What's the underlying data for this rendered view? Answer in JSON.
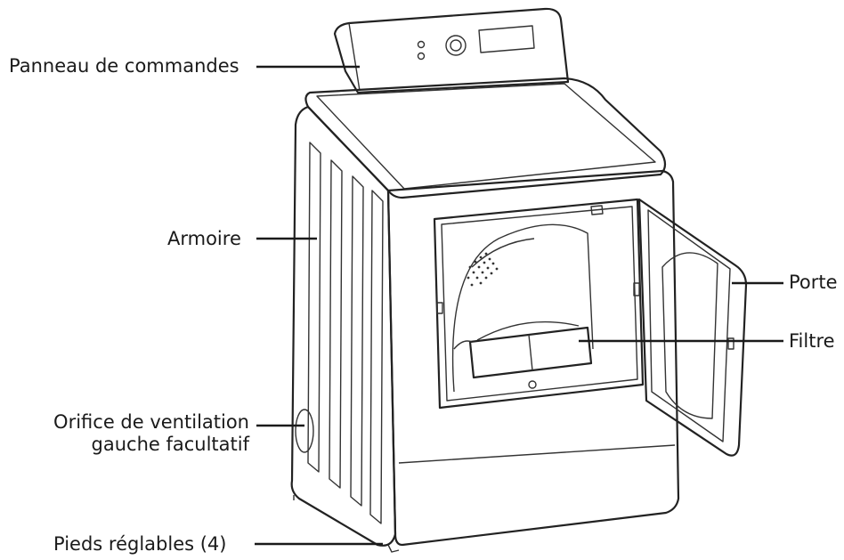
{
  "labels": {
    "control_panel": "Panneau de commandes",
    "cabinet": "Armoire",
    "vent_line1": "Orifice de ventilation",
    "vent_line2": "gauche facultatif",
    "feet": "Pieds réglables (4)",
    "door": "Porte",
    "filter": "Filtre"
  }
}
